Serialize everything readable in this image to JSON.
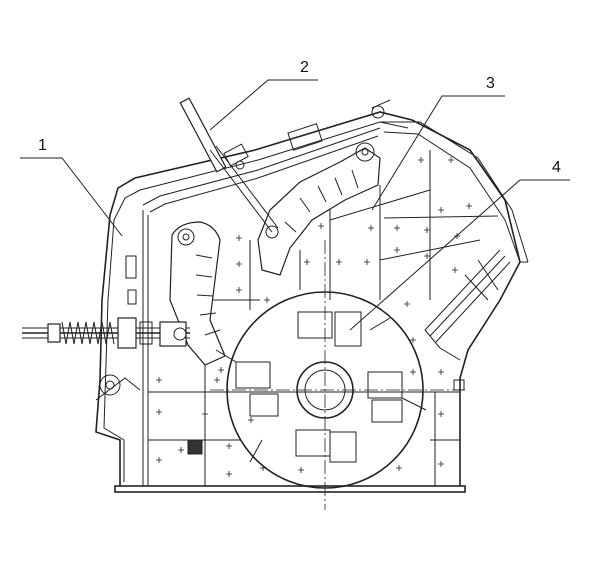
{
  "callouts": [
    {
      "label": "1"
    },
    {
      "label": "2"
    },
    {
      "label": "3"
    },
    {
      "label": "4"
    }
  ],
  "colors": {
    "line": "#222222",
    "background": "#ffffff"
  }
}
